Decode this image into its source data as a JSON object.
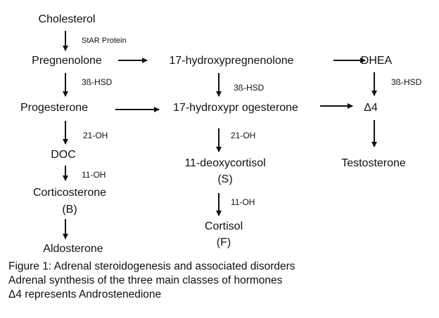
{
  "nodes": {
    "cholesterol": "Cholesterol",
    "pregnenolone": "Pregnenolone",
    "hydroxypregnenolone": "17-hydroxypregnenolone",
    "dhea": "DHEA",
    "progesterone": "Progesterone",
    "hydroxyprogesterone": "17-hydroxypr ogesterone",
    "delta4": "Δ4",
    "doc": "DOC",
    "deoxycortisol": "11-deoxycortisol",
    "deoxycortisol_s": "(S)",
    "testosterone": "Testosterone",
    "corticosterone": "Corticosterone",
    "corticosterone_b": "(B)",
    "cortisol": "Cortisol",
    "cortisol_f": "(F)",
    "aldosterone": "Aldosterone"
  },
  "enzymes": {
    "star": "StAR Protein",
    "hsd_left": "3ß-HSD",
    "hsd_mid": "3ß-HSD",
    "hsd_right": "3ß-HSD",
    "oh21_left": "21-OH",
    "oh21_mid": "21-OH",
    "oh11_left": "11-OH",
    "oh11_mid": "11-OH"
  },
  "caption": {
    "line1": "Figure 1: Adrenal steroidogenesis and associated disorders",
    "line2": "Adrenal synthesis of the three main classes of hormones",
    "line3": "Δ4 represents Androstenedione"
  }
}
